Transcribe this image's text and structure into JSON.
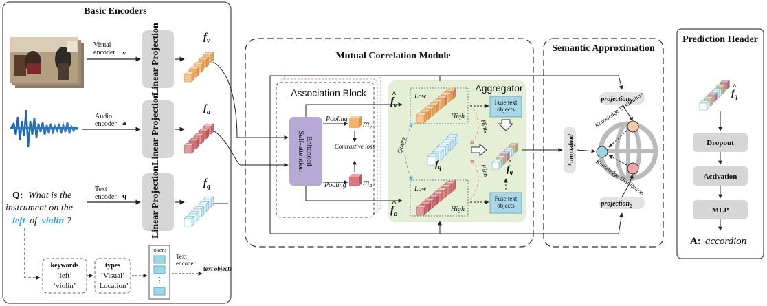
{
  "basic_encoders": {
    "title": "Basic Encoders",
    "visual_encoder": "Visual\nencoder",
    "audio_encoder": "Audio\nencoder",
    "text_encoder": "Text\nencoder",
    "v_symbol": "v",
    "a_symbol": "a",
    "q_symbol": "q",
    "linear_projection": "Linear\nProjection",
    "fv_label": "f",
    "fv_sub": "v",
    "fa_label": "f",
    "fa_sub": "a",
    "fq_label": "f",
    "fq_sub": "q",
    "question_prefix": "Q:",
    "question_line1": "What is the",
    "question_line2": "instrument on the",
    "question_word_left": "left",
    "question_word_of": "of",
    "question_word_violin": "violin",
    "question_end": "?",
    "keywords_title": "keywords",
    "keywords_items": [
      "‘left’",
      "‘violin’"
    ],
    "types_title": "types",
    "types_items": [
      "‘Visual’",
      "‘Location’"
    ],
    "tokens_title": "tokens",
    "tokens_dots": "⋮",
    "text_encoder_small": "Text\nencoder",
    "text_objects": "text\nobjects"
  },
  "mutual_correlation": {
    "title": "Mutual Correlation Module",
    "association_block": "Association Block",
    "enhanced_self_attention": "Enhanced\nSelf-attention",
    "pooling_top": "Pooling",
    "pooling_bottom": "Pooling",
    "mv": "m",
    "mv_sub": "v",
    "ma": "m",
    "ma_sub": "a",
    "contrastive_loss": "Contrastive\nloss",
    "aggregator": "Aggregator",
    "low_top": "Low",
    "high_top": "High",
    "low_bottom": "Low",
    "high_bottom": "High",
    "fv_hat": "f",
    "fv_hat_sub": "v",
    "fa_hat": "f",
    "fa_hat_sub": "a",
    "fq_center": "f",
    "fq_center_sub": "q",
    "fq_hat": "f",
    "fq_hat_sub": "q",
    "query": "Query",
    "hints_top": "Hints",
    "hints_bottom": "Hints",
    "fuse_top": "Fuse text\nobjects",
    "fuse_bottom": "Fuse text\nobjects"
  },
  "semantic_approx": {
    "title": "Semantic\nApproximation",
    "projection1": "projection",
    "projection1_sub": "1",
    "projection2": "projection",
    "projection2_sub": "2",
    "projection3": "projection",
    "projection3_sub": "3",
    "kd_top": "Knowledge\nDistillation",
    "kd_bottom": "Knowledge\nDistillation"
  },
  "prediction_header": {
    "title": "Prediction\nHeader",
    "fq_hat": "f",
    "fq_hat_sub": "q",
    "dropout": "Dropout",
    "activation": "Activation",
    "mlp": "MLP",
    "answer_prefix": "A:",
    "answer": "accordion"
  },
  "colors": {
    "orange": "#f6b26b",
    "red": "#d9777a",
    "cyan": "#9ad7e8",
    "gray_box": "#d6d6d6",
    "purple_box": "#b7a9d6",
    "green_bg": "#e4efd6",
    "fuse_box": "#a8d7e8",
    "answer_green": "#8fbf5a",
    "blue_word": "#3aa3d8"
  }
}
